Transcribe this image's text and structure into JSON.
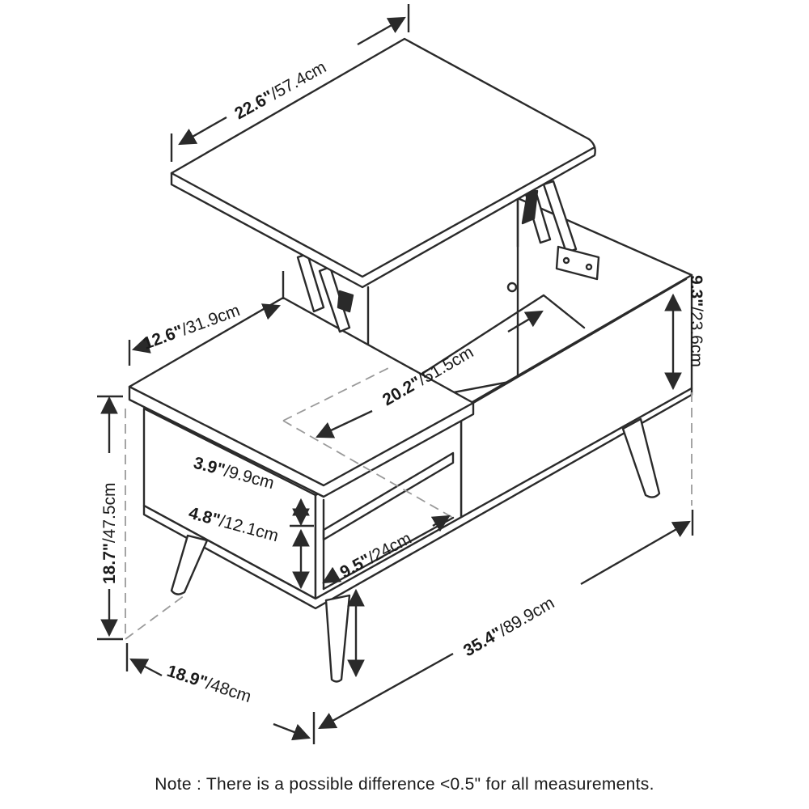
{
  "colors": {
    "line": "#2a2a2a",
    "hidden": "#9a9a9a",
    "paper": "#ffffff"
  },
  "dimensions": {
    "lift_top_width": {
      "in": "22.6\"",
      "cm": "/57.4cm"
    },
    "lift_top_depth": {
      "in": "12.6\"",
      "cm": "/31.9cm"
    },
    "storage_length": {
      "in": "20.2\"",
      "cm": "/51.5cm"
    },
    "storage_height": {
      "in": "9.3\"",
      "cm": "/23.6cm"
    },
    "upper_shelf": {
      "in": "3.9\"",
      "cm": "/9.9cm"
    },
    "lower_shelf": {
      "in": "4.8\"",
      "cm": "/12.1cm"
    },
    "leg_height": {
      "in": "9.5\"",
      "cm": "/24cm"
    },
    "total_height": {
      "in": "18.7\"",
      "cm": "/47.5cm"
    },
    "total_width": {
      "in": "35.4\"",
      "cm": "/89.9cm"
    },
    "total_depth": {
      "in": "18.9\"",
      "cm": "/48cm"
    }
  },
  "note": "Note : There is a possible difference <0.5\" for all measurements."
}
